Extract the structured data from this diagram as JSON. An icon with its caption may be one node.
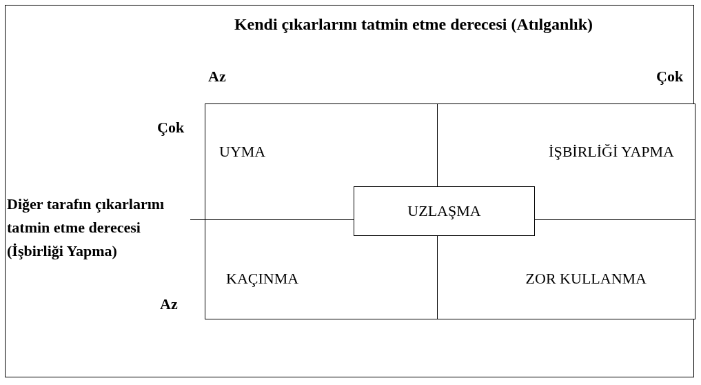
{
  "diagram": {
    "title": "Kendi çıkarlarını tatmin etme derecesi (Atılganlık)",
    "nodes": [
      {
        "text": [
          "UYMA"
        ]
      },
      {
        "text": [
          "İŞBİRLİĞİ YAPMA"
        ]
      },
      {
        "text": [
          "KAÇINMA"
        ]
      },
      {
        "text": [
          "ZOR KULLANMA"
        ]
      },
      {
        "text": [
          "UZLAŞMA"
        ]
      }
    ],
    "labels": [
      "Az",
      "Çok",
      "Çok",
      "Diğer tarafın çıkarlarını tatmin etme derecesi (İşbirliği Yapma)",
      "Az"
    ]
  }
}
